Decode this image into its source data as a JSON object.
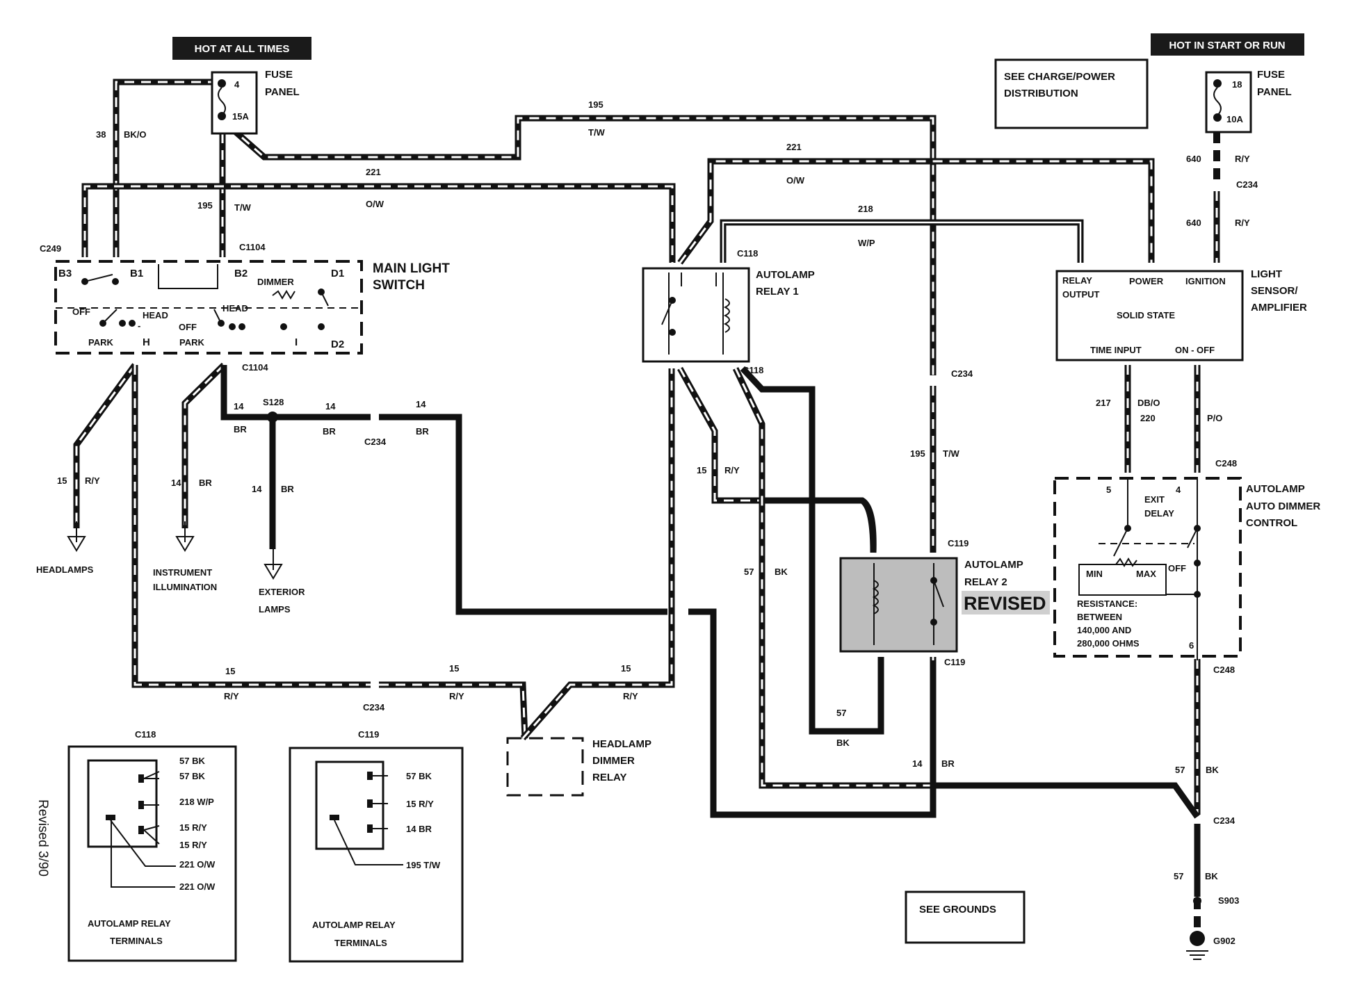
{
  "colors": {
    "ink": "#111111",
    "paper": "#ffffff",
    "relay2_fill": "#bdbdbd",
    "banner_bg": "#1a1a1a"
  },
  "banners": {
    "hot_all_times": "HOT AT ALL TIMES",
    "hot_start_run": "HOT IN START OR RUN"
  },
  "boxes": {
    "charge_power": [
      "SEE CHARGE/POWER",
      "DISTRIBUTION"
    ],
    "grounds": "SEE GROUNDS"
  },
  "fuse_left": {
    "fuse_no": "4",
    "amps": "15A",
    "label": [
      "FUSE",
      "PANEL"
    ]
  },
  "fuse_right": {
    "fuse_no": "18",
    "amps": "10A",
    "label": [
      "FUSE",
      "PANEL"
    ]
  },
  "main_switch": {
    "title": [
      "MAIN LIGHT",
      "SWITCH"
    ],
    "terms": {
      "b3": "B3",
      "b1": "B1",
      "b2": "B2",
      "d1": "D1",
      "d2": "D2",
      "h": "H",
      "i": "I"
    },
    "positions": {
      "off1": "OFF",
      "head1": "HEAD",
      "park1": "PARK",
      "head2": "HEAD",
      "off2": "OFF",
      "park2": "PARK",
      "dimmer": "DIMMER",
      "dash": "-"
    }
  },
  "connectors": {
    "c249": "C249",
    "c1104_top": "C1104",
    "c1104_bot": "C1104",
    "c118_top": "C118",
    "c118_bot": "C118",
    "c234": "C234",
    "c119_top": "C119",
    "c119_bot": "C119",
    "c248": "C248",
    "s128": "S128",
    "s903": "S903",
    "g902": "G902"
  },
  "components": {
    "relay1": [
      "AUTOLAMP",
      "RELAY 1"
    ],
    "relay2": [
      "AUTOLAMP",
      "RELAY 2"
    ],
    "revised": "REVISED",
    "sensor": {
      "label": [
        "LIGHT",
        "SENSOR/",
        "AMPLIFIER"
      ],
      "relay_output": [
        "RELAY",
        "OUTPUT"
      ],
      "power": "POWER",
      "ignition": "IGNITION",
      "solid_state": "SOLID STATE",
      "time_input": "TIME INPUT",
      "on_off": "ON - OFF"
    },
    "dimmer_ctrl": {
      "label": [
        "AUTOLAMP",
        "AUTO DIMMER",
        "CONTROL"
      ],
      "exit_delay": [
        "EXIT",
        "DELAY"
      ],
      "min": "MIN",
      "max": "MAX",
      "off": "OFF",
      "pin5": "5",
      "pin4": "4",
      "pin6": "6",
      "resistance": [
        "RESISTANCE:",
        "BETWEEN",
        "140,000 AND",
        "280,000 OHMS"
      ]
    },
    "hl_dimmer_relay": [
      "HEADLAMP",
      "DIMMER",
      "RELAY"
    ]
  },
  "destinations": {
    "headlamps": "HEADLAMPS",
    "instrument": [
      "INSTRUMENT",
      "ILLUMINATION"
    ],
    "exterior": [
      "EXTERIOR",
      "LAMPS"
    ]
  },
  "wires": {
    "w38": [
      "38",
      "BK/O"
    ],
    "w195a": [
      "195",
      "T/W"
    ],
    "w195b": [
      "195",
      "T/W"
    ],
    "w195c": [
      "195",
      "T/W"
    ],
    "w221a": [
      "221",
      "O/W"
    ],
    "w221b": [
      "221",
      "O/W"
    ],
    "w218": [
      "218",
      "W/P"
    ],
    "w640a": [
      "640",
      "R/Y"
    ],
    "w640b": [
      "640",
      "R/Y"
    ],
    "w15a": [
      "15",
      "R/Y"
    ],
    "w15b": [
      "15",
      "R/Y"
    ],
    "w15c": [
      "15",
      "R/Y"
    ],
    "w15d": [
      "15",
      "R/Y"
    ],
    "w15e": [
      "15",
      "R/Y"
    ],
    "w14a": [
      "14",
      "BR"
    ],
    "w14b": [
      "14",
      "BR"
    ],
    "w14c": [
      "14",
      "BR"
    ],
    "w14d": [
      "14",
      "BR"
    ],
    "w14e": [
      "14",
      "BR"
    ],
    "w14f": [
      "14",
      "BR"
    ],
    "w57a": [
      "57",
      "BK"
    ],
    "w57b": [
      "57",
      "BK"
    ],
    "w57c": [
      "57",
      "BK"
    ],
    "w57d": [
      "57",
      "BK"
    ],
    "w217": [
      "217",
      "DB/O"
    ],
    "w220": [
      "220",
      "P/O"
    ]
  },
  "terminal_c118": {
    "title": "C118",
    "pins": [
      "57 BK",
      "57 BK",
      "218 W/P",
      "15 R/Y",
      "15 R/Y",
      "221 O/W",
      "221 O/W"
    ],
    "caption": [
      "AUTOLAMP RELAY",
      "TERMINALS"
    ]
  },
  "terminal_c119": {
    "title": "C119",
    "pins": [
      "57 BK",
      "15 R/Y",
      "14 BR",
      "195 T/W"
    ],
    "caption": [
      "AUTOLAMP RELAY",
      "TERMINALS"
    ]
  },
  "revision_note": "Revised 3/90"
}
